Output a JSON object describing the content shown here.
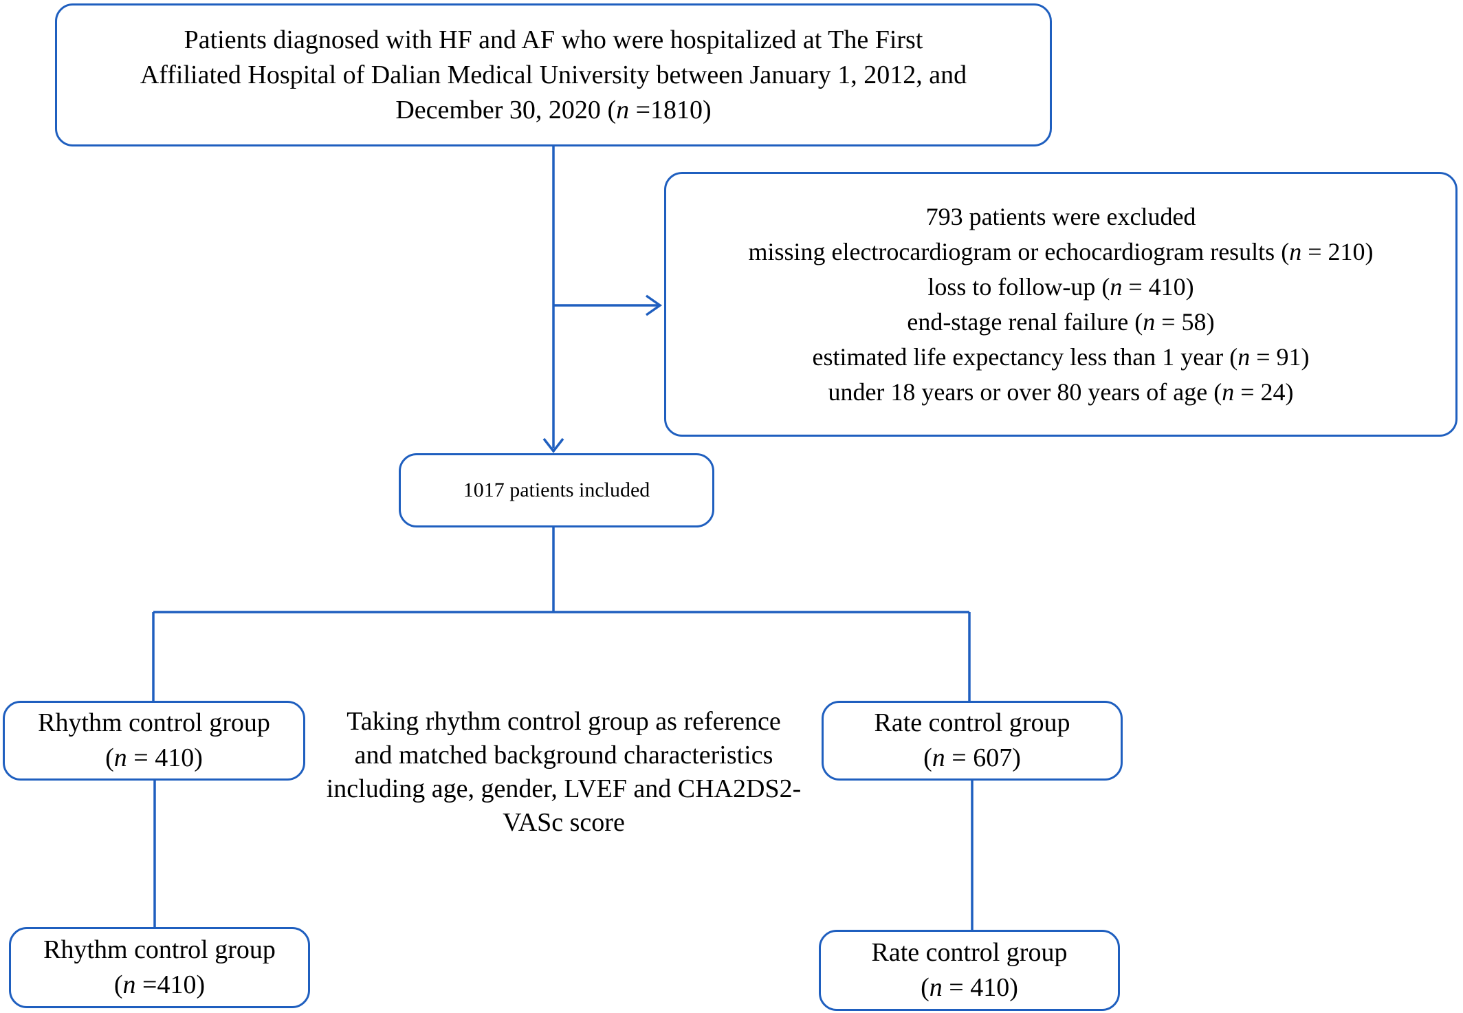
{
  "colors": {
    "border": "#1f5fbf",
    "connector": "#1f5fbf",
    "background": "#ffffff"
  },
  "source": {
    "lines": [
      "Patients diagnosed with HF and AF who were hospitalized at The First",
      "Affiliated Hospital of Dalian Medical University between January 1, 2012, and",
      "December 30, 2020"
    ],
    "n_var": "n",
    "n_value": "=1810"
  },
  "excluded": {
    "title": "793 patients were excluded",
    "reasons": [
      {
        "text": "missing electrocardiogram or echocardiogram results",
        "n_value": "= 210"
      },
      {
        "text": "loss to follow-up",
        "n_value": "= 410"
      },
      {
        "text": "end-stage renal failure",
        "n_value": "= 58"
      },
      {
        "text": "estimated life expectancy less than 1 year",
        "n_value": "= 91"
      },
      {
        "text": "under 18 years or over 80 years of age",
        "n_value": "= 24"
      }
    ]
  },
  "included": {
    "label": "1017 patients included"
  },
  "rhythm_before": {
    "label": "Rhythm control group",
    "n_value": "= 410"
  },
  "rate_before": {
    "label": "Rate control group",
    "n_value": "= 607"
  },
  "matching_note": {
    "lines": [
      "Taking rhythm control group as reference",
      "and matched background characteristics",
      "including age, gender, LVEF and CHA2DS2-",
      "VASc score"
    ]
  },
  "rhythm_after": {
    "label": "Rhythm control group",
    "n_value": "=410"
  },
  "rate_after": {
    "label": "Rate control group",
    "n_value": "= 410"
  }
}
